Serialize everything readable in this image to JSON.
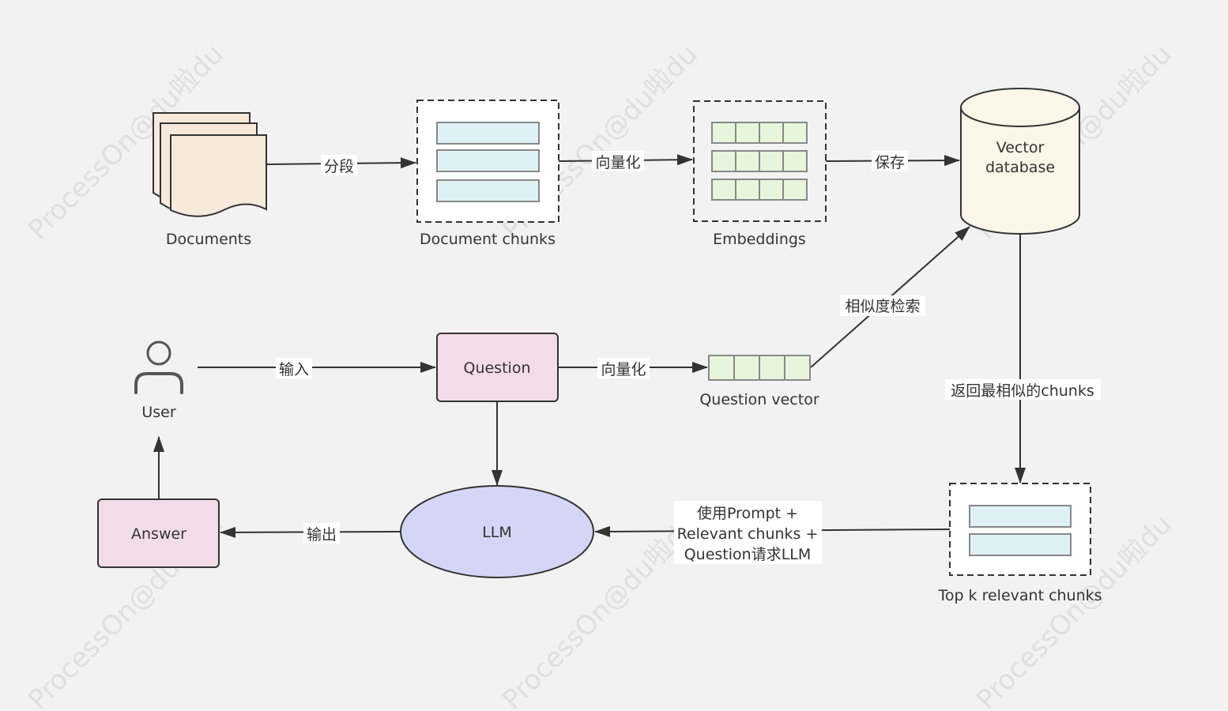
{
  "watermark": "ProcessOn@du啦du",
  "colors": {
    "background": "#f2f2f2",
    "stroke": "#333333",
    "document_fill": "#f8eadb",
    "chunk_fill": "#dff1f4",
    "embedding_fill": "#e7f5dc",
    "db_fill": "#fbf6e8",
    "question_fill": "#f3dce9",
    "answer_fill": "#f3dce9",
    "llm_fill": "#d3d6f6"
  },
  "nodes": {
    "documents": "Documents",
    "document_chunks": "Document chunks",
    "embeddings": "Embeddings",
    "vector_db_line1": "Vector",
    "vector_db_line2": "database",
    "user": "User",
    "question": "Question",
    "question_vector": "Question vector",
    "llm": "LLM",
    "answer": "Answer",
    "top_k": "Top k relevant chunks"
  },
  "edges": {
    "split": "分段",
    "vectorize_chunks": "向量化",
    "save": "保存",
    "input": "输入",
    "vectorize_question": "向量化",
    "similarity_search": "相似度检索",
    "return_similar": "返回最相似的chunks",
    "request_llm_line1": "使用Prompt +",
    "request_llm_line2": "Relevant chunks +",
    "request_llm_line3": "Question请求LLM",
    "output": "输出"
  }
}
